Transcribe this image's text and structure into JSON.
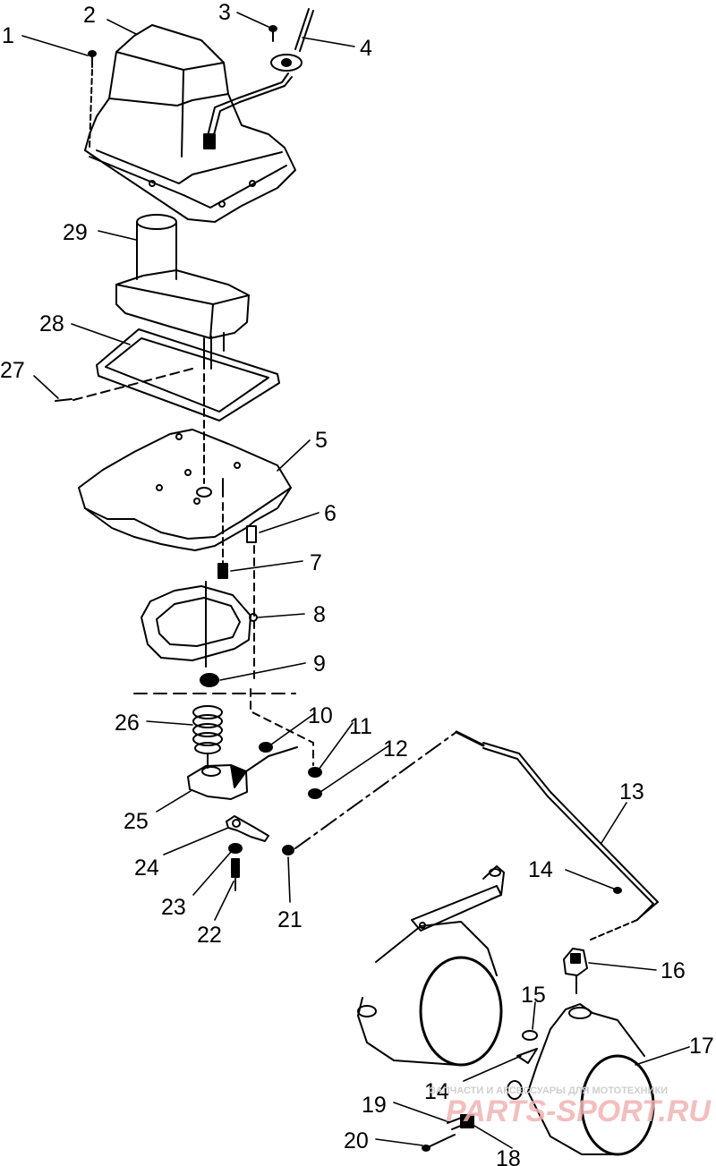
{
  "colors": {
    "ink": "#000000",
    "background": "#ffffff",
    "watermark": "#f2b3b3",
    "watermark_small": "#d8d8d8"
  },
  "callouts": {
    "c1": "1",
    "c2": "2",
    "c3": "3",
    "c4": "4",
    "c5": "5",
    "c6": "6",
    "c7": "7",
    "c8": "8",
    "c9": "9",
    "c10": "10",
    "c11": "11",
    "c12": "12",
    "c13": "13",
    "c14a": "14",
    "c14b": "14",
    "c15": "15",
    "c16": "16",
    "c17": "17",
    "c18": "18",
    "c19": "19",
    "c20": "20",
    "c21": "21",
    "c22": "22",
    "c23": "23",
    "c24": "24",
    "c25": "25",
    "c26": "26",
    "c27": "27",
    "c28": "28",
    "c29": "29"
  },
  "watermark": {
    "tagline": "ЗАПЧАСТИ И АКСЕССУАРЫ ДЛЯ МОТОТЕХНИКИ",
    "brand": "PARTS-SPORT.RU"
  }
}
